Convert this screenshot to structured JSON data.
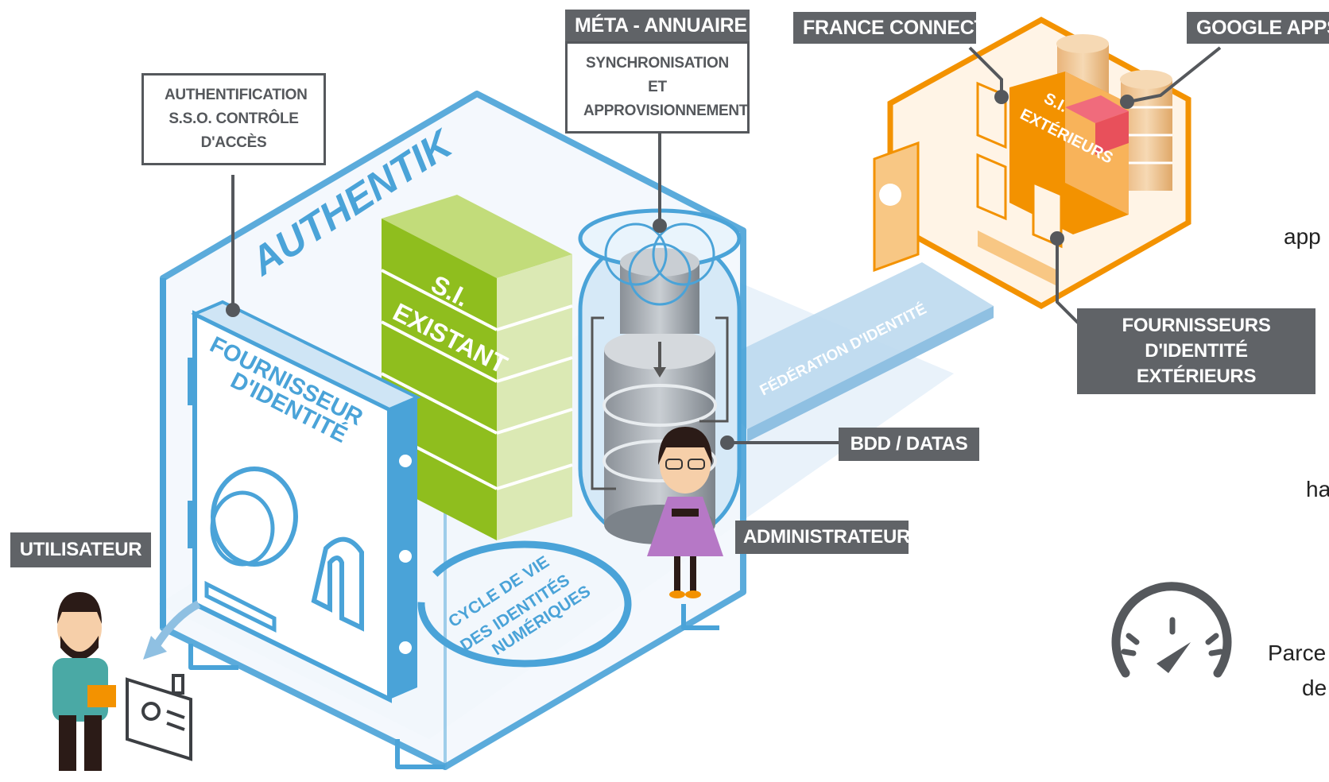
{
  "diagram": {
    "labels": {
      "meta_annuaire": "MÉTA - ANNUAIRE",
      "sync": "SYNCHRONISATION ET APPROVISIONNEMENT",
      "france_connect": "FRANCE CONNECT",
      "google_apps": "GOOGLE APPS",
      "auth": "AUTHENTIFICATION S.S.O. CONTRÔLE D'ACCÈS",
      "fournisseurs_ext": "FOURNISSEURS D'IDENTITÉ EXTÉRIEURS",
      "bdd": "BDD / DATAS",
      "administrateur": "ADMINISTRATEUR",
      "utilisateur": "UTILISATEUR"
    },
    "scene_text": {
      "authentik": "AUTHENTIK",
      "si_existant_1": "S.I.",
      "si_existant_2": "EXISTANT",
      "fournisseur_1": "FOURNISSEUR",
      "fournisseur_2": "D'IDENTITÉ",
      "cycle_1": "CYCLE DE VIE",
      "cycle_2": "DES IDENTITÉS",
      "cycle_3": "NUMÉRIQUES",
      "federation": "FÉDÉRATION D'IDENTITÉ",
      "si_ext_1": "S.I.",
      "si_ext_2": "EXTÉRIEURS"
    },
    "edge_text": {
      "t1": "app",
      "t2": "ha",
      "t3": "Parce",
      "t4": "de"
    },
    "colors": {
      "blue": "#4aa3d8",
      "light_blue": "#dcecf8",
      "green": "#8fbe1e",
      "orange": "#f39200",
      "light_orange": "#f8c784",
      "red": "#e8505b",
      "gray_label": "#606367"
    },
    "icons": [
      "speedometer-icon",
      "id-badge-icon",
      "door-lock-icon",
      "database-icon"
    ]
  }
}
